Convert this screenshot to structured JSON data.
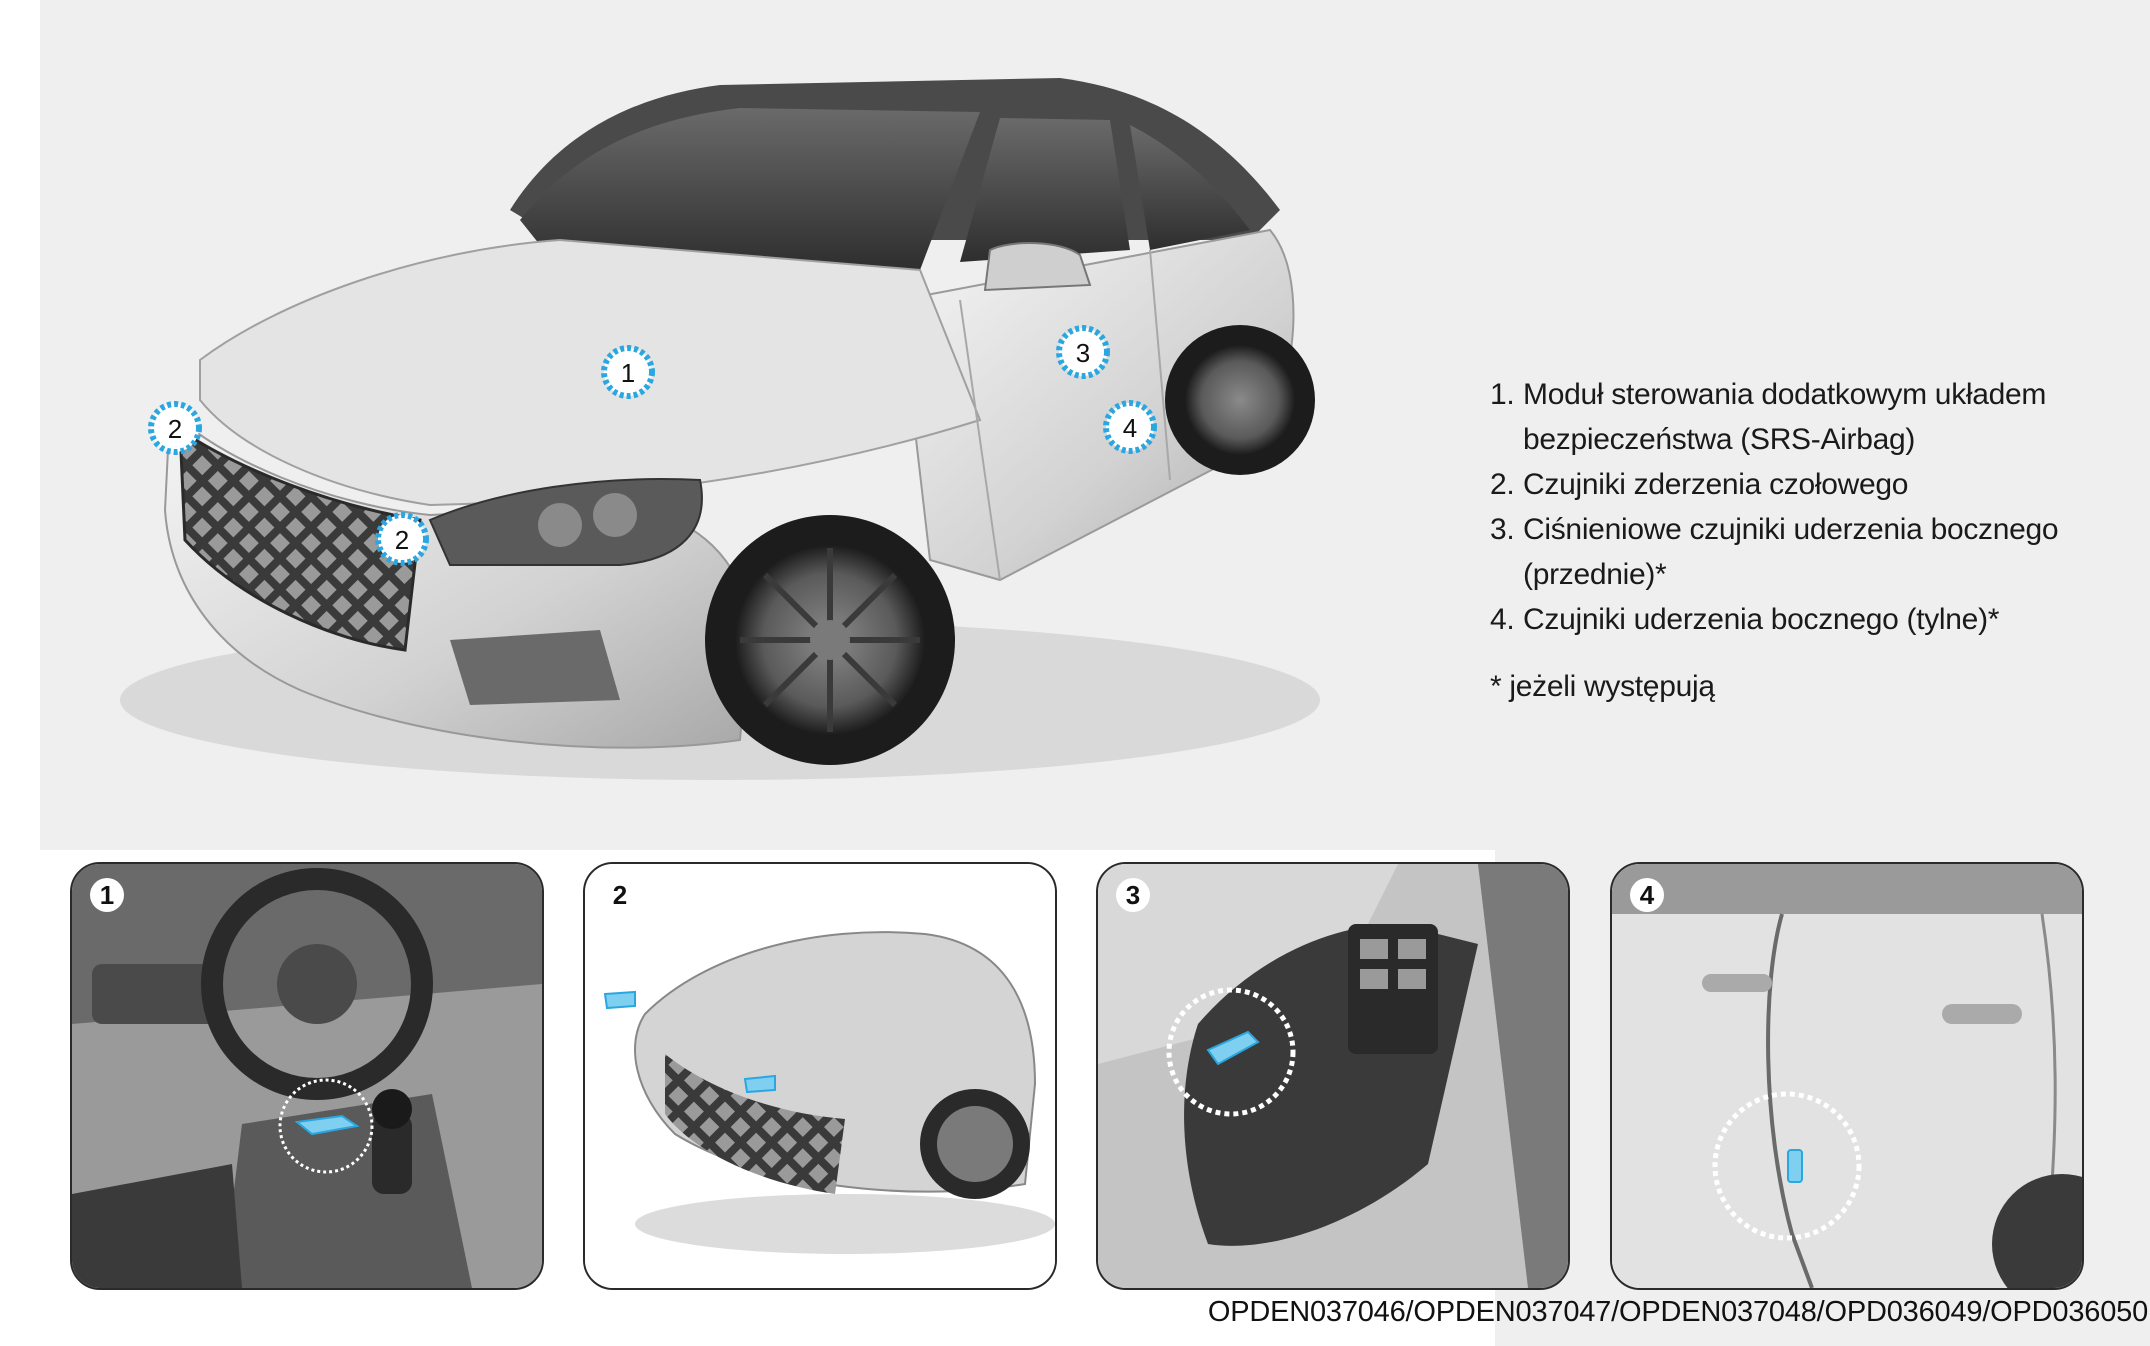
{
  "legend": {
    "items": [
      {
        "num": "1.",
        "text": "Moduł sterowania dodatkowym układem bezpieczeństwa (SRS-Airbag)"
      },
      {
        "num": "2.",
        "text": "Czujniki zderzenia czołowego"
      },
      {
        "num": "3.",
        "text": "Ciśnieniowe czujniki uderzenia bocznego (przednie)*"
      },
      {
        "num": "4.",
        "text": "Czujniki uderzenia bocznego (tylne)*"
      }
    ],
    "footnote": "* jeżeli występują"
  },
  "markers": {
    "m1": "1",
    "m2a": "2",
    "m2b": "2",
    "m3": "3",
    "m4": "4"
  },
  "thumbnails": [
    {
      "badge": "1"
    },
    {
      "badge": "2"
    },
    {
      "badge": "3"
    },
    {
      "badge": "4"
    }
  ],
  "document_code": "OPDEN037046/OPDEN037047/OPDEN037048/OPD036049/OPD036050",
  "colors": {
    "panel_background": "#efefef",
    "marker_accent": "#2aa7e0",
    "sensor_highlight": "#7fd0f0"
  }
}
